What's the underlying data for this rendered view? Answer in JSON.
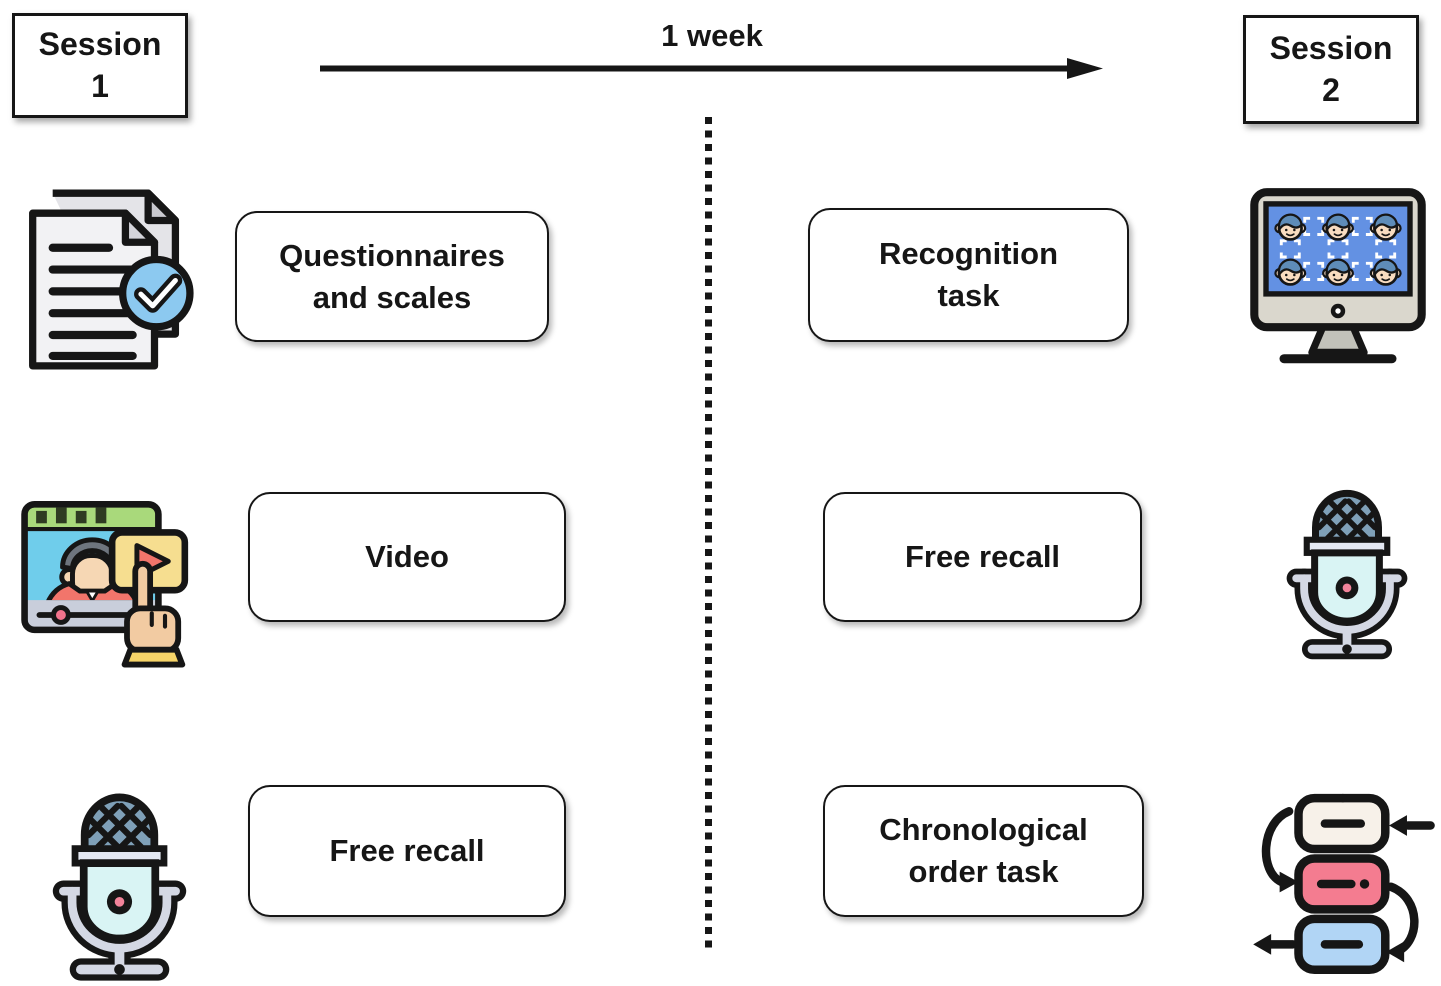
{
  "figure": {
    "week_label": "1 week",
    "session1_title": "Session\n1",
    "session2_title": "Session\n2"
  },
  "session1": {
    "steps": [
      {
        "label": "Questionnaires\nand scales",
        "icon": "documents-check-icon"
      },
      {
        "label": "Video",
        "icon": "video-player-icon"
      },
      {
        "label": "Free recall",
        "icon": "microphone-icon"
      }
    ]
  },
  "session2": {
    "steps": [
      {
        "label": "Recognition\ntask",
        "icon": "monitor-faces-icon"
      },
      {
        "label": "Free recall",
        "icon": "microphone-icon"
      },
      {
        "label": "Chronological\norder task",
        "icon": "sequence-icon"
      }
    ]
  },
  "colors": {
    "outline": "#161616",
    "check_blue": "#8CC9F0",
    "screen_blue": "#6391E3",
    "player_blue": "#6FCDEB",
    "header_green": "#A9D97B",
    "panel_yellow": "#F6DE90",
    "shirt_coral": "#F2756B",
    "mic_body_cyan": "#D9F4F4",
    "mic_grille_blue": "#7FA0B8",
    "seq_cream": "#F7F1E9",
    "seq_pink": "#F47C90",
    "seq_blue": "#B1D5F5"
  }
}
